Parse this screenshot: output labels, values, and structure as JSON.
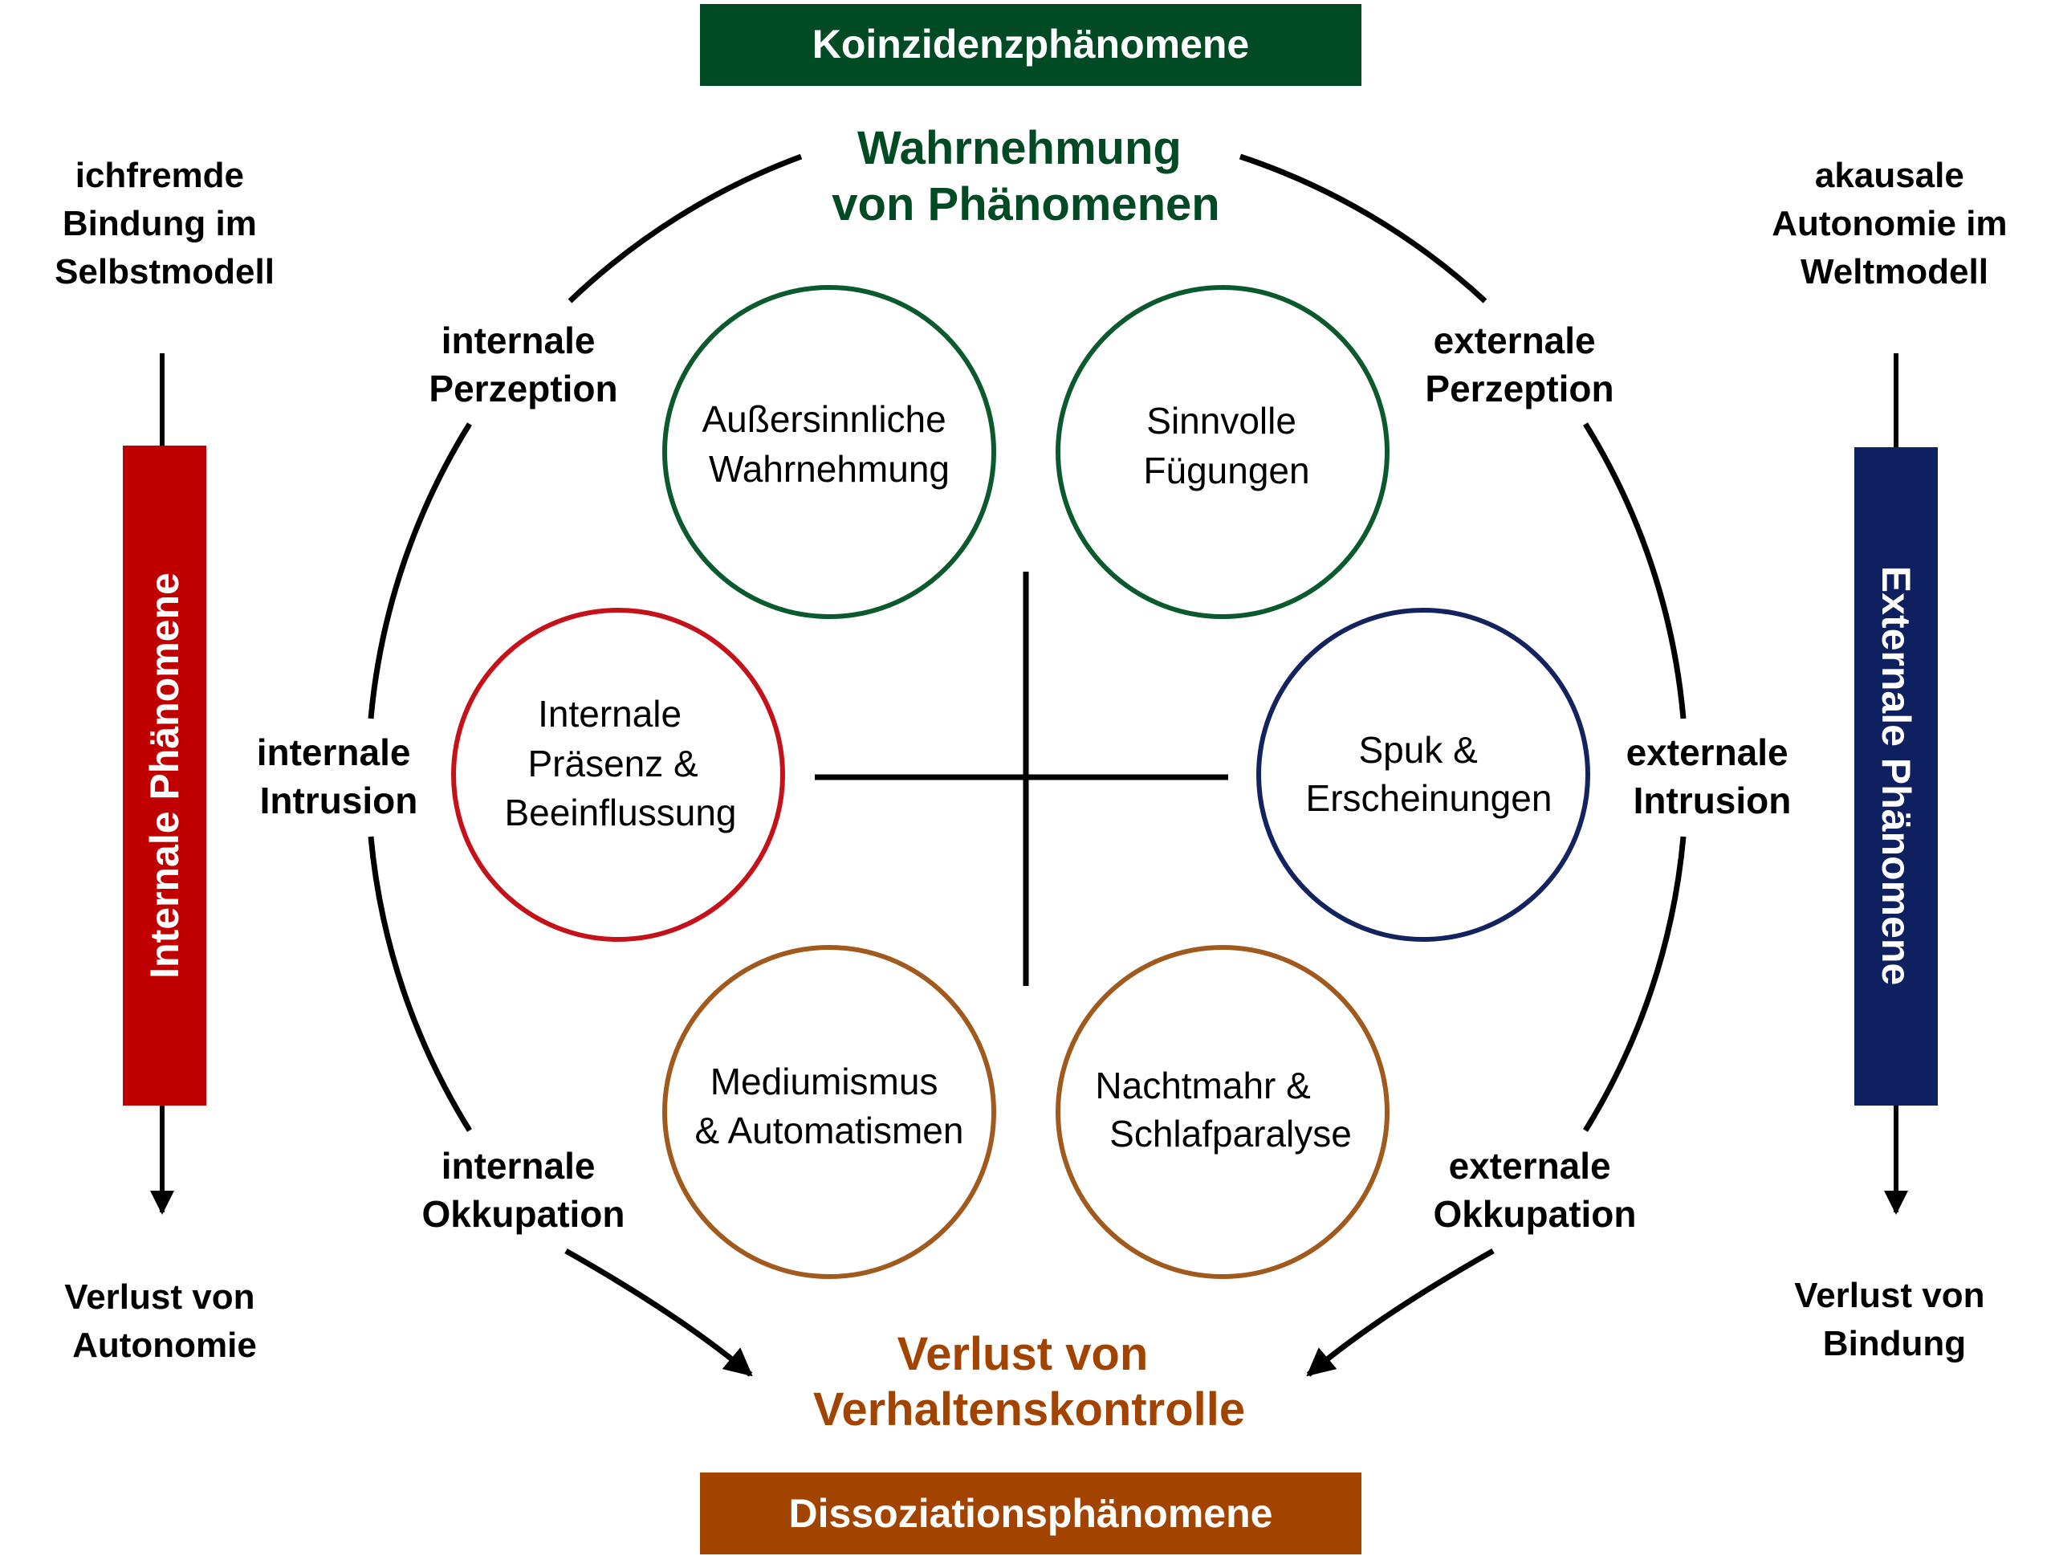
{
  "banners": {
    "top": "Koinzidenzphänomene",
    "bottom": "Dissoziationsphänomene"
  },
  "center": {
    "top": [
      "Wahrnehmung",
      "von Phänomenen"
    ],
    "bottom": [
      "Verlust von",
      "Verhaltenskontrolle"
    ]
  },
  "left_column": {
    "top_label": [
      "ichfremde",
      "Bindung im",
      "Selbstmodell"
    ],
    "bar_label": "Internale Phänomene",
    "bottom_label": [
      "Verlust von",
      "Autonomie"
    ]
  },
  "right_column": {
    "top_label": [
      "akausale",
      "Autonomie im",
      "Weltmodell"
    ],
    "bar_label": "Externale Phänomene",
    "bottom_label": [
      "Verlust von",
      "Bindung"
    ]
  },
  "ring_labels": {
    "internal_perception": [
      "internale",
      "Perzeption"
    ],
    "internal_intrusion": [
      "internale",
      "Intrusion"
    ],
    "internal_occupation": [
      "internale",
      "Okkupation"
    ],
    "external_perception": [
      "externale",
      "Perzeption"
    ],
    "external_intrusion": [
      "externale",
      "Intrusion"
    ],
    "external_occupation": [
      "externale",
      "Okkupation"
    ]
  },
  "circles": {
    "esp": [
      "Außersinnliche",
      "Wahrnehmung"
    ],
    "sync": [
      "Sinnvolle",
      "Fügungen"
    ],
    "presence": [
      "Internale",
      "Präsenz &",
      "Beeinflussung"
    ],
    "haunting": [
      "Spuk &",
      "Erscheinungen"
    ],
    "mediumism": [
      "Mediumismus",
      "& Automatismen"
    ],
    "nightmare": [
      "Nachtmahr &",
      "Schlafparalyse"
    ]
  },
  "colors": {
    "green": "#004a24",
    "red": "#c00000",
    "blue": "#0f2060",
    "brown": "#a24400",
    "circle_green": "#0b5a2e",
    "circle_red": "#c4111a",
    "circle_blue": "#13235f",
    "circle_brown": "#a05a1e"
  }
}
